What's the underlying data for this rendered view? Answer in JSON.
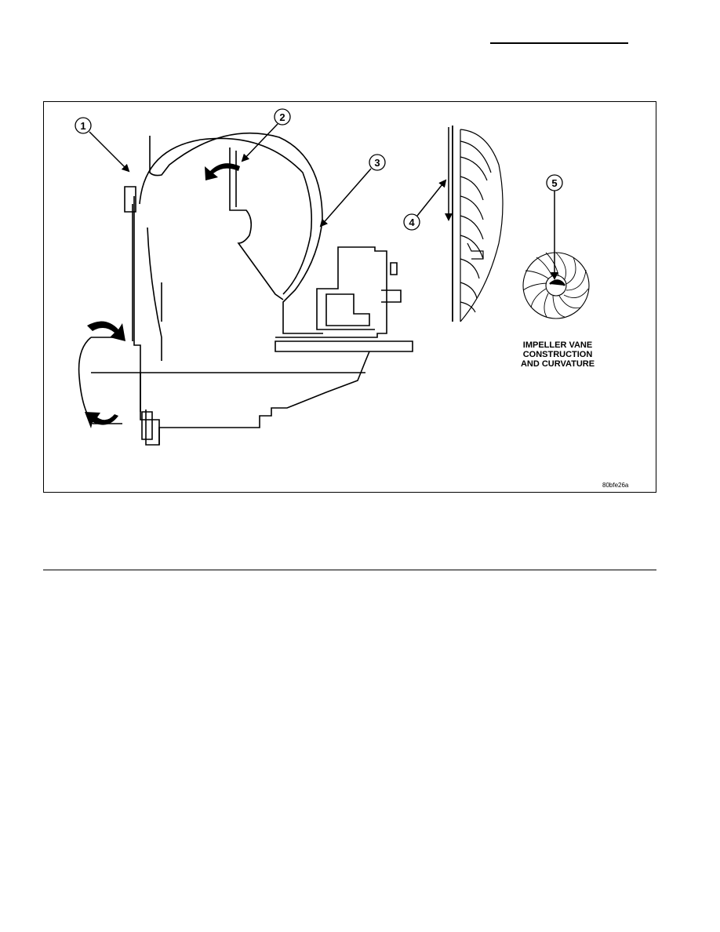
{
  "figure": {
    "callouts": [
      "1",
      "2",
      "3",
      "4",
      "5"
    ],
    "caption_lines": [
      "IMPELLER VANE",
      "CONSTRUCTION",
      "AND CURVATURE"
    ],
    "figure_id": "80bfe26a"
  }
}
